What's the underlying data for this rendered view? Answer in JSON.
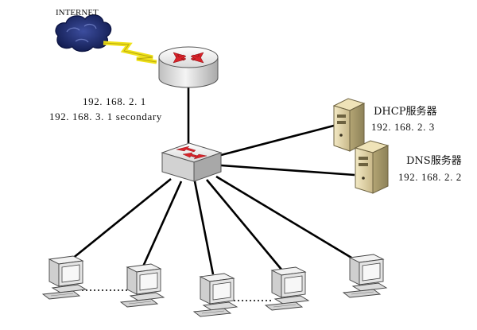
{
  "internet": {
    "label": "INTERNET"
  },
  "router": {
    "ip_primary": "192. 168. 2. 1",
    "ip_secondary": "192. 168. 3. 1  secondary"
  },
  "servers": [
    {
      "name": "DHCP服务器",
      "ip": "192. 168. 2. 3"
    },
    {
      "name": "DNS服务器",
      "ip": "192. 168. 2. 2"
    }
  ],
  "colors": {
    "cloud": "#1d2a6b",
    "lightning": "#f0e21a",
    "arrow_red": "#d8232a",
    "device_body": "#e6e6e6",
    "link": "#000000"
  },
  "icons": [
    "cloud-icon",
    "lightning-icon",
    "router-icon",
    "switch-icon",
    "server-icon",
    "computer-icon"
  ]
}
